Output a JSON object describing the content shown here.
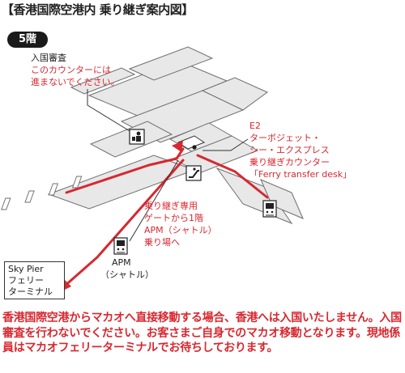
{
  "title": "【香港国際空港内 乗り継ぎ案内図】",
  "floor_label": "5階",
  "immigration": {
    "heading": "入国審査",
    "warning_lines": [
      "このカウンターには",
      "進まないでください。"
    ]
  },
  "transfer_counter": {
    "lines": [
      "E2",
      "ターボジェット・",
      "シー・エクスプレス",
      "乗り継ぎカウンター",
      "「Ferry transfer desk」"
    ]
  },
  "transfer_directions": {
    "lines": [
      "乗り継ぎ専用",
      "ゲートから1階",
      "APM（シャトル）",
      "乗り場へ"
    ]
  },
  "apm": {
    "lines": [
      "APM",
      "（シャトル）"
    ]
  },
  "sky_pier": {
    "lines": [
      "Sky Pier",
      "フェリー",
      "ターミナル"
    ]
  },
  "notice": "香港国際空港からマカオへ直接移動する場合、香港へは入国いたしません。入国審査を行わないでください。お客さまご自身でのマカオ移動となります。現地係員はマカオフェリーターミナルでお待ちしております。",
  "icons": [
    "immigration-officer-icon",
    "escalator-icon",
    "train-icon",
    "train-icon"
  ],
  "colors": {
    "route": "#d7282f",
    "building_fill": "#e8e8e8",
    "building_stroke": "#6e6e6e",
    "badge": "#1a1a1a"
  }
}
